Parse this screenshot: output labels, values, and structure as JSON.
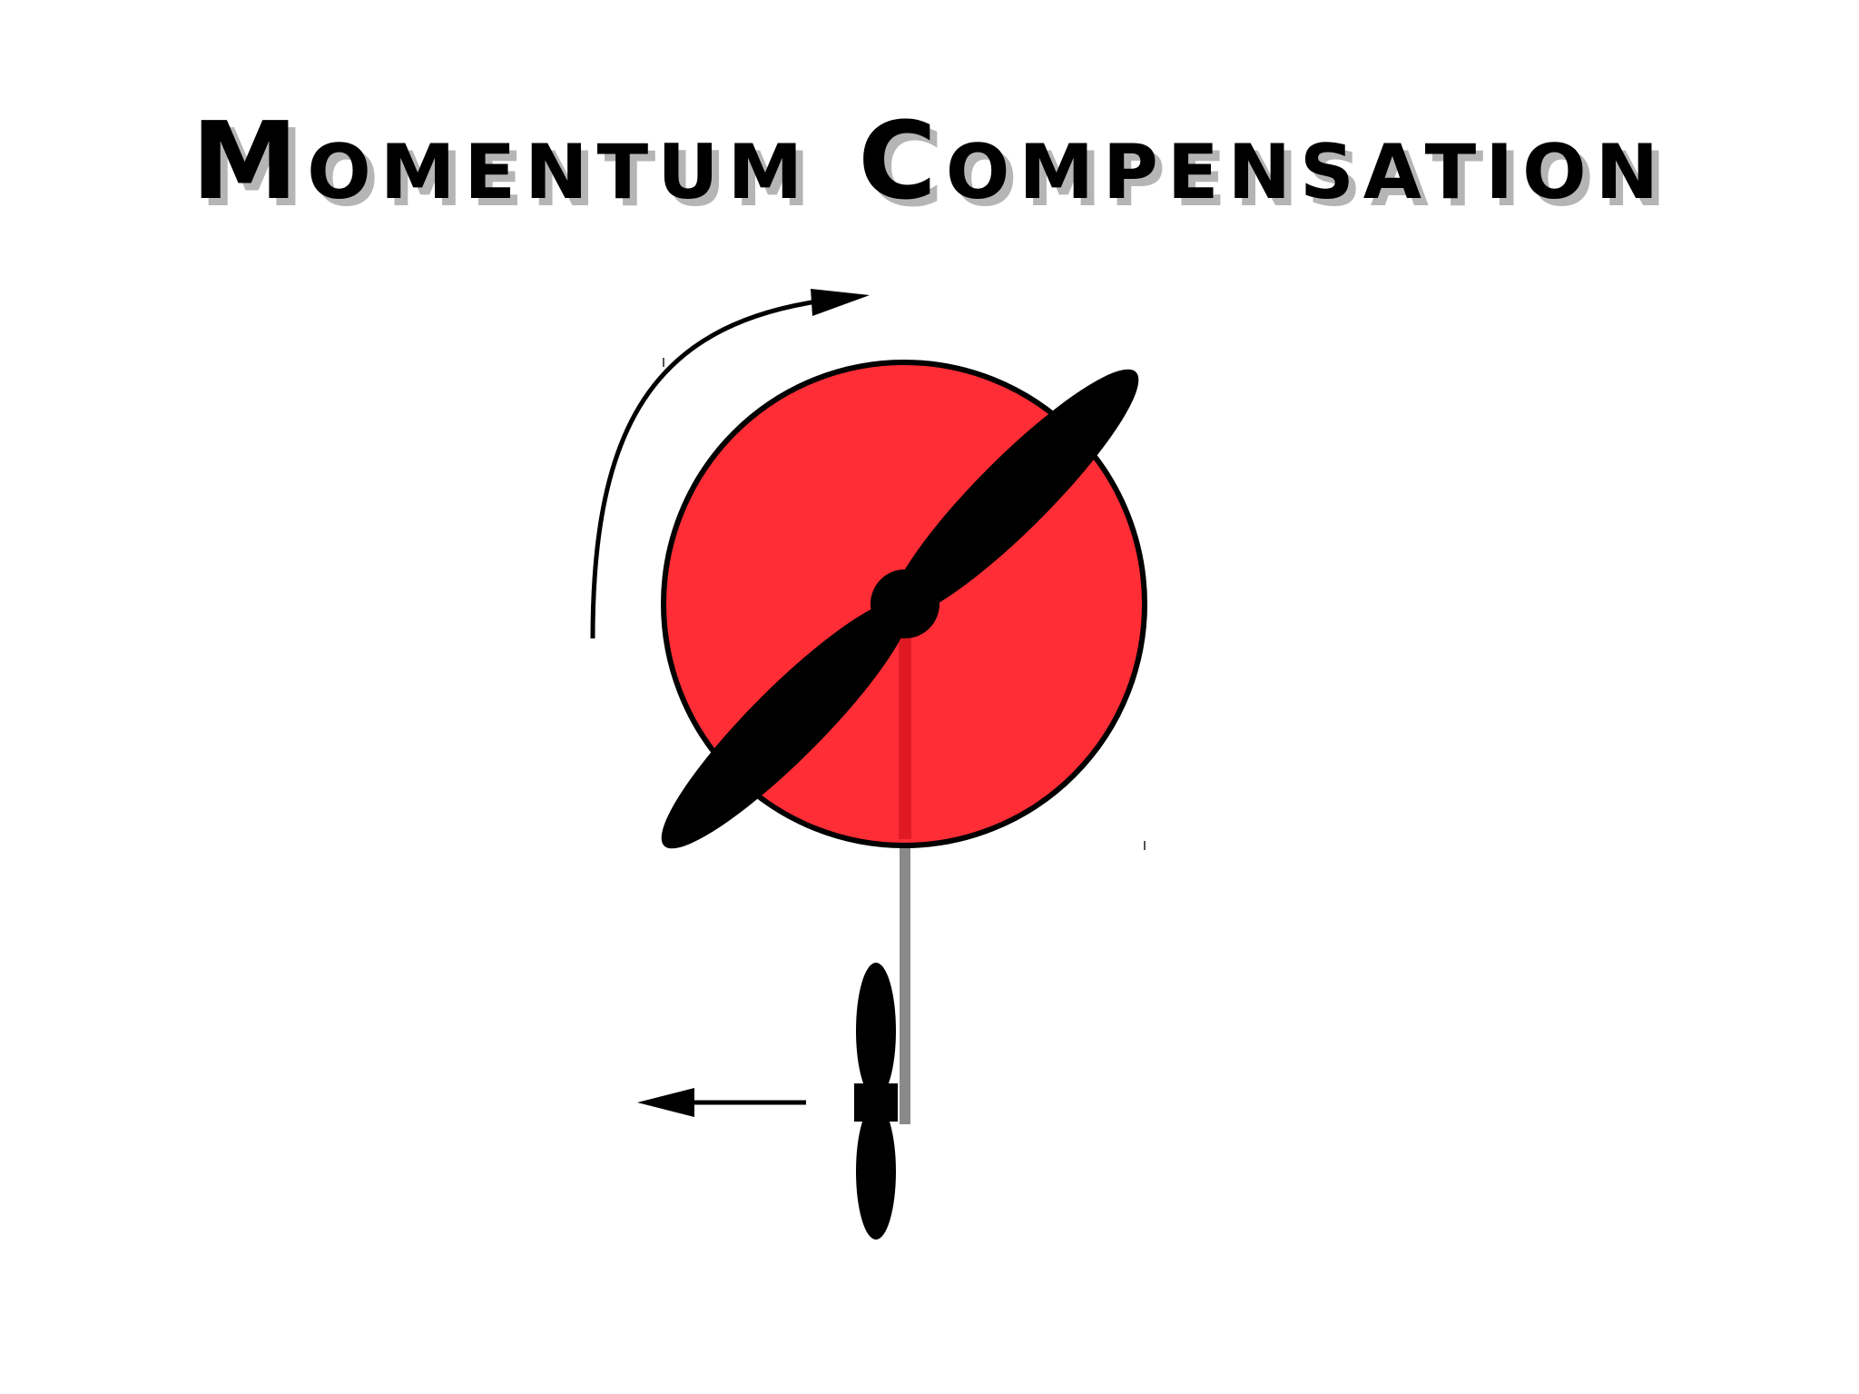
{
  "title": "Momentum Compensation",
  "colors": {
    "disk_fill": "#ff2d35",
    "disk_shaft": "#e01a22",
    "outline": "#000000",
    "tail_boom": "#8a8a8a",
    "title_shadow": "#b5b5b5",
    "background": "#ffffff"
  },
  "elements": {
    "main_rotor": "main-rotor-disk",
    "main_blades": "propeller-blades",
    "rotation_arrow": "curved-rotation-arrow",
    "tail_rotor": "tail-rotor",
    "thrust_arrow": "left-thrust-arrow"
  }
}
